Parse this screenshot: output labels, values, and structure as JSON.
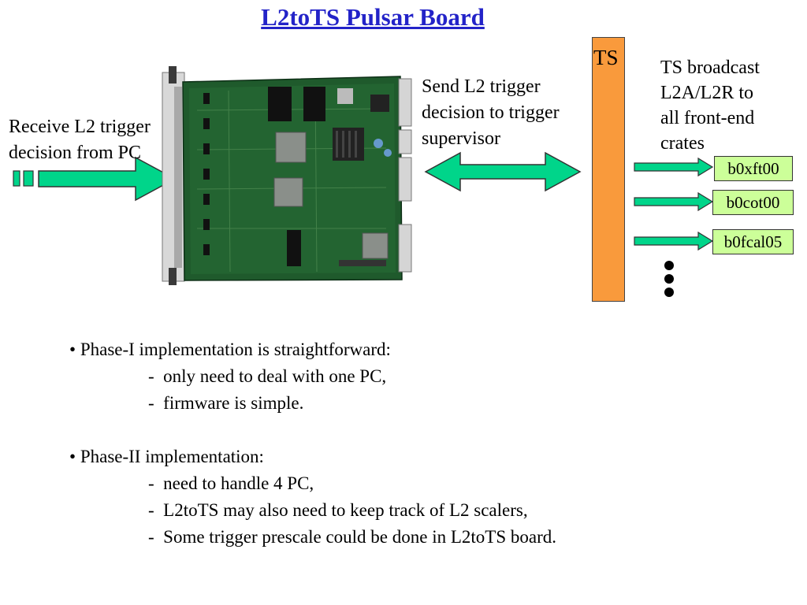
{
  "title": "L2toTS Pulsar Board",
  "labels": {
    "receive": [
      "Receive L2 trigger",
      "decision from PC"
    ],
    "send": [
      "Send L2 trigger",
      "decision to trigger",
      "supervisor"
    ],
    "ts": "TS",
    "broadcast": [
      "TS broadcast",
      "L2A/L2R to",
      "all front-end",
      "crates"
    ]
  },
  "crates": [
    "b0xft00",
    "b0cot00",
    "b0fcal05"
  ],
  "colors": {
    "title": "#2323c8",
    "arrow_fill": "#00d58a",
    "ts_bar": "#f99a3c",
    "crate_box": "#ccff99",
    "board_pcb": "#1f5a2c"
  },
  "bullets": [
    {
      "text": "Phase-I implementation is straightforward:",
      "subs": [
        "only need to deal with one PC,",
        "firmware is simple."
      ]
    },
    {
      "text": "Phase-II implementation:",
      "subs": [
        "need to handle 4 PC,",
        "L2toTS may also need to keep track of L2 scalers,",
        "Some trigger prescale could be done in L2toTS board."
      ]
    }
  ]
}
